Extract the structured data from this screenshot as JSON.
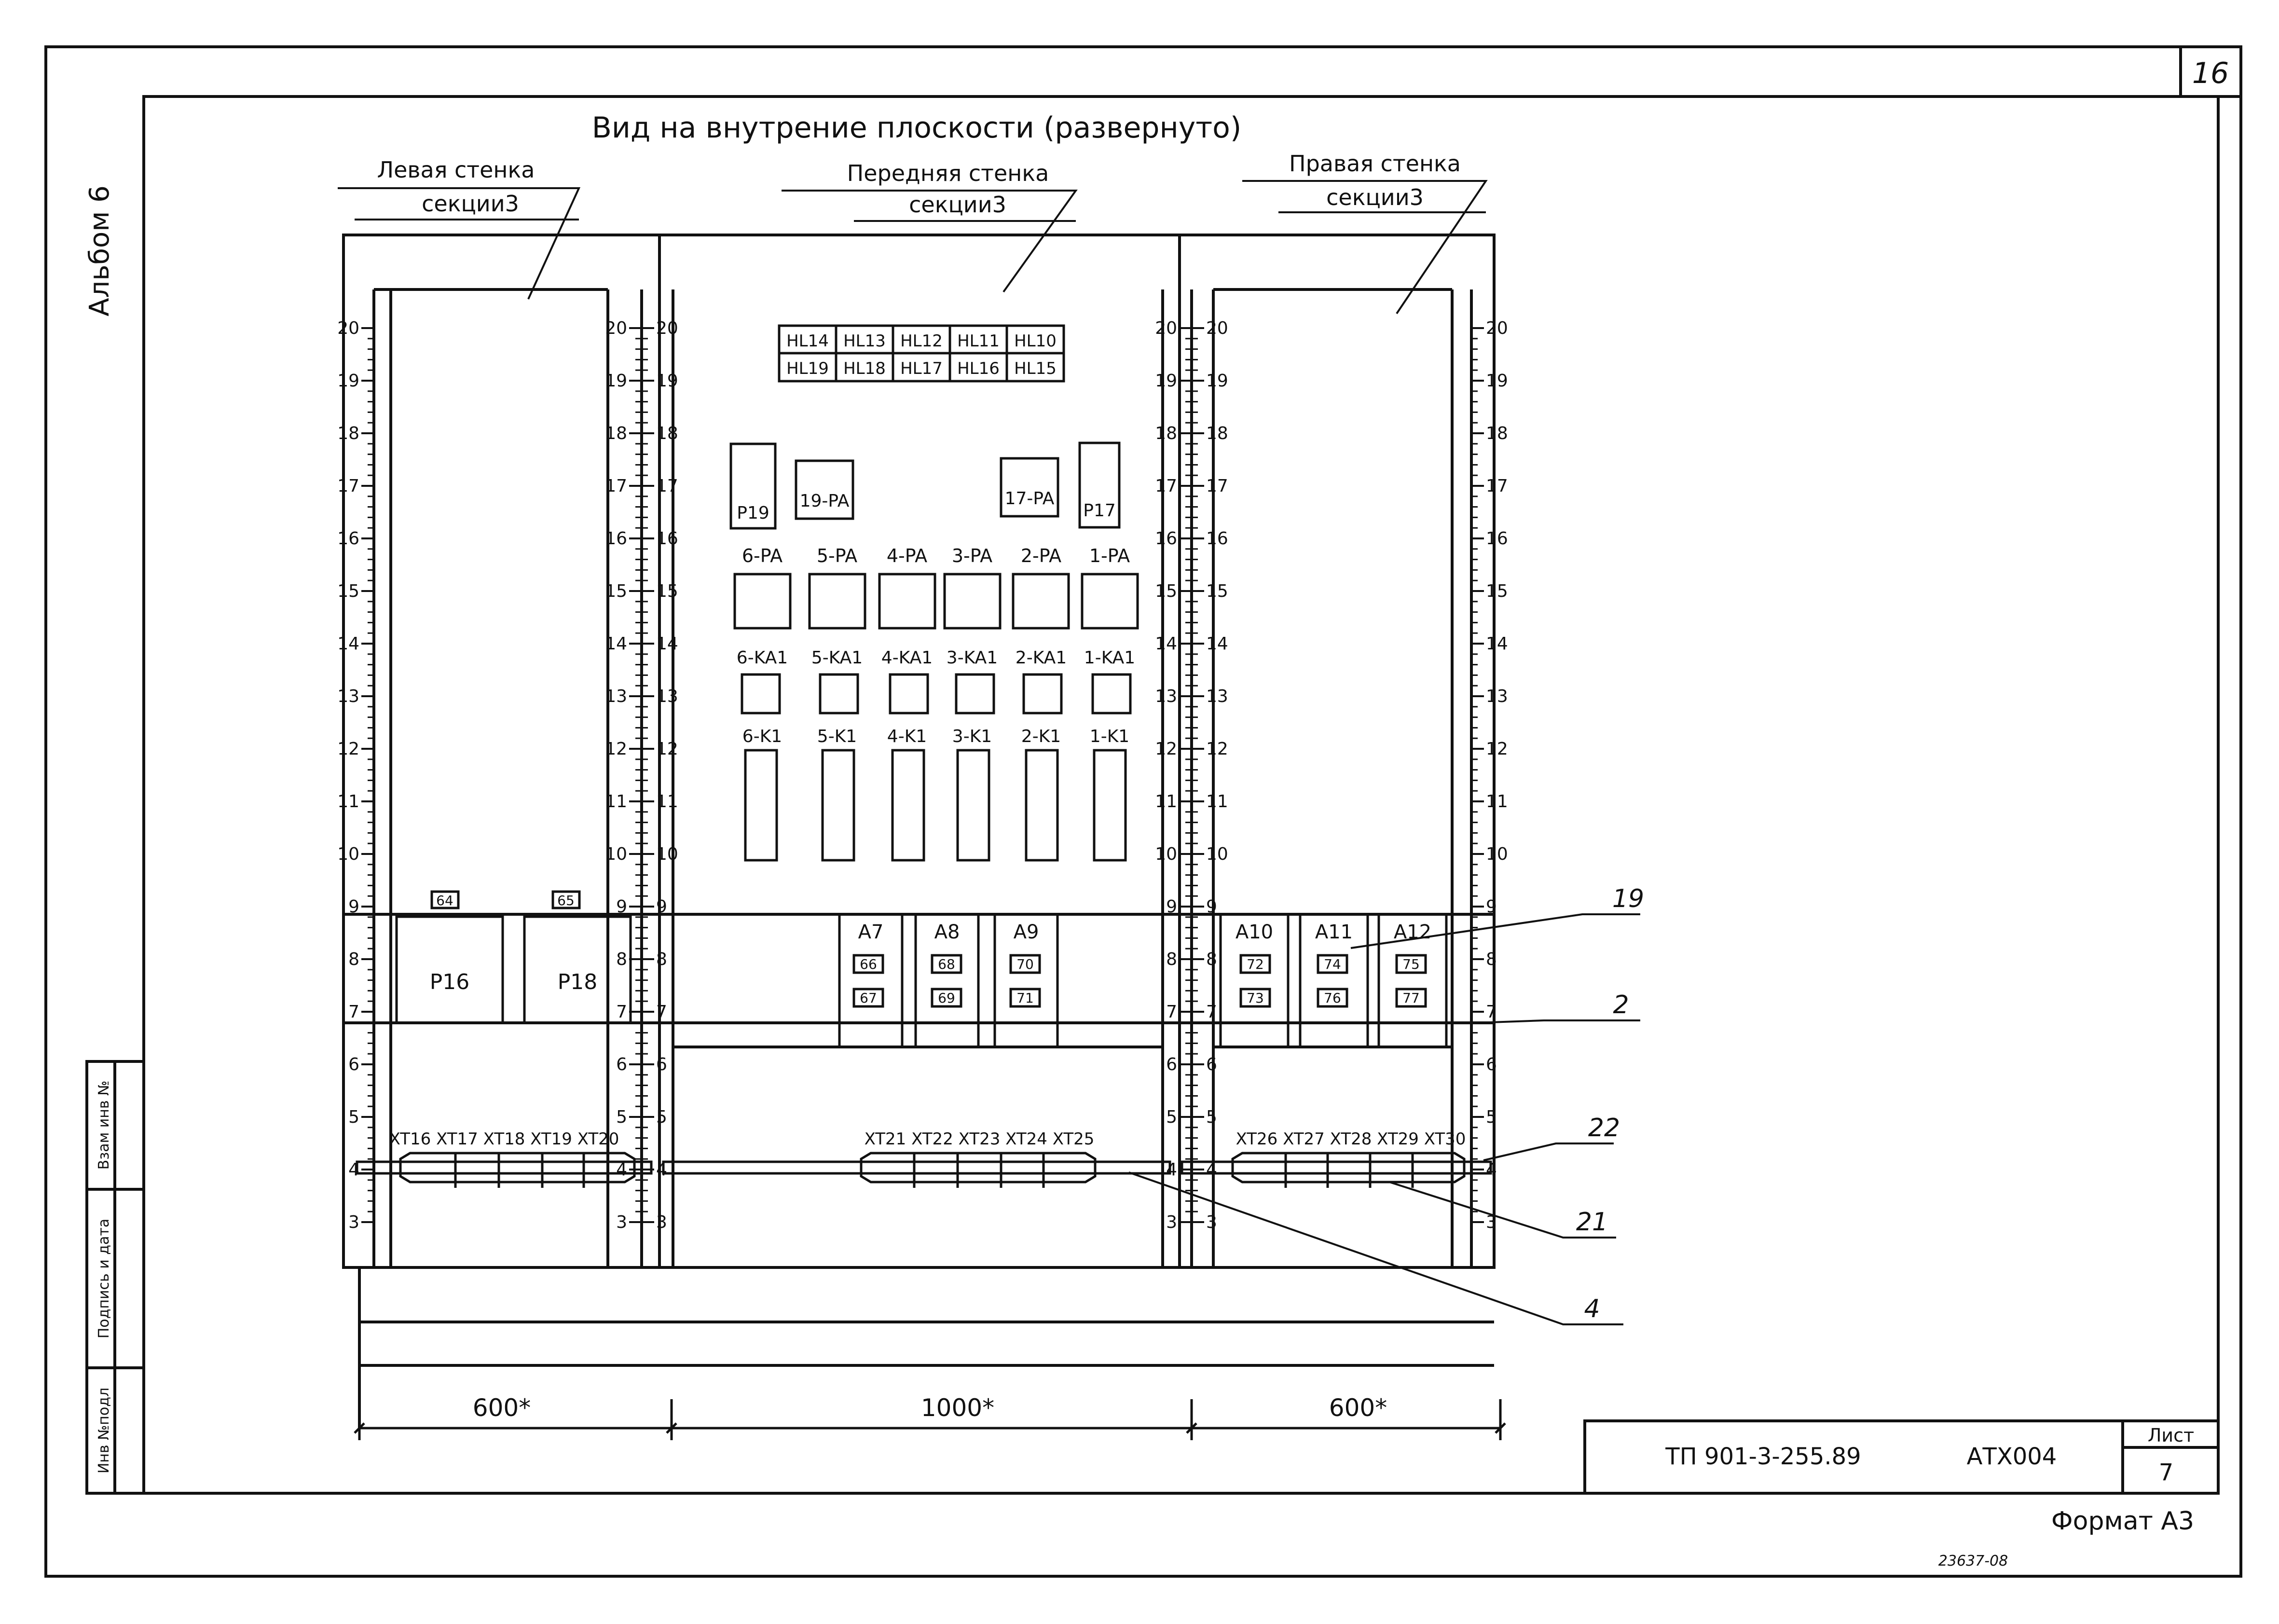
{
  "sheet_corner_number": "16",
  "album_label": "Альбом 6",
  "title": "Вид на внутрение плоскости (развернуто)",
  "walls": {
    "left": {
      "line1": "Левая стенка",
      "line2": "секции3",
      "width": "600*"
    },
    "front": {
      "line1": "Передняя стенка",
      "line2": "секции3",
      "width": "1000*"
    },
    "right": {
      "line1": "Правая стенка",
      "line2": "секции3",
      "width": "600*"
    }
  },
  "scale_marks": [
    "20",
    "19",
    "18",
    "17",
    "16",
    "15",
    "14",
    "13",
    "12",
    "11",
    "10",
    "9",
    "8",
    "7",
    "6",
    "5",
    "4",
    "3"
  ],
  "hl_row1": [
    "HL14",
    "HL13",
    "HL12",
    "HL11",
    "HL10"
  ],
  "hl_row2": [
    "HL19",
    "HL18",
    "HL17",
    "HL16",
    "HL15"
  ],
  "upper_devices": {
    "p19": "P19",
    "pa19": "19-PA",
    "pa17": "17-PA",
    "p17": "P17"
  },
  "pa_labels": [
    "6-PA",
    "5-PA",
    "4-PA",
    "3-PA",
    "2-PA",
    "1-PA"
  ],
  "ka_labels": [
    "6-KA1",
    "5-KA1",
    "4-KA1",
    "3-KA1",
    "2-KA1",
    "1-KA1"
  ],
  "k_labels": [
    "6-K1",
    "5-K1",
    "4-K1",
    "3-K1",
    "2-K1",
    "1-K1"
  ],
  "left_panel": {
    "tag1": "64",
    "tag2": "65",
    "relay1": "P16",
    "relay2": "P18"
  },
  "front_modules": [
    {
      "name": "A7",
      "t1": "66",
      "t2": "67"
    },
    {
      "name": "A8",
      "t1": "68",
      "t2": "69"
    },
    {
      "name": "A9",
      "t1": "70",
      "t2": "71"
    }
  ],
  "right_modules": [
    {
      "name": "A10",
      "t1": "72",
      "t2": "73"
    },
    {
      "name": "A11",
      "t1": "74",
      "t2": "76"
    },
    {
      "name": "A12",
      "t1": "75",
      "t2": "77"
    }
  ],
  "terminals": {
    "left": "XT16 XT17 XT18 XT19 XT20",
    "front": "XT21 XT22 XT23 XT24 XT25",
    "right": "XT26 XT27 XT28 XT29 XT30"
  },
  "callouts": [
    "19",
    "2",
    "22",
    "21",
    "4"
  ],
  "left_strip": [
    "Инв №подл",
    "Подпись и дата",
    "Взам инв №"
  ],
  "title_block": {
    "doc": "ТП 901-3-255.89",
    "code": "АТХ004",
    "sheet_label": "Лист",
    "sheet_no": "7"
  },
  "format": "Формат А3",
  "stamp_bottom": "23637-08"
}
